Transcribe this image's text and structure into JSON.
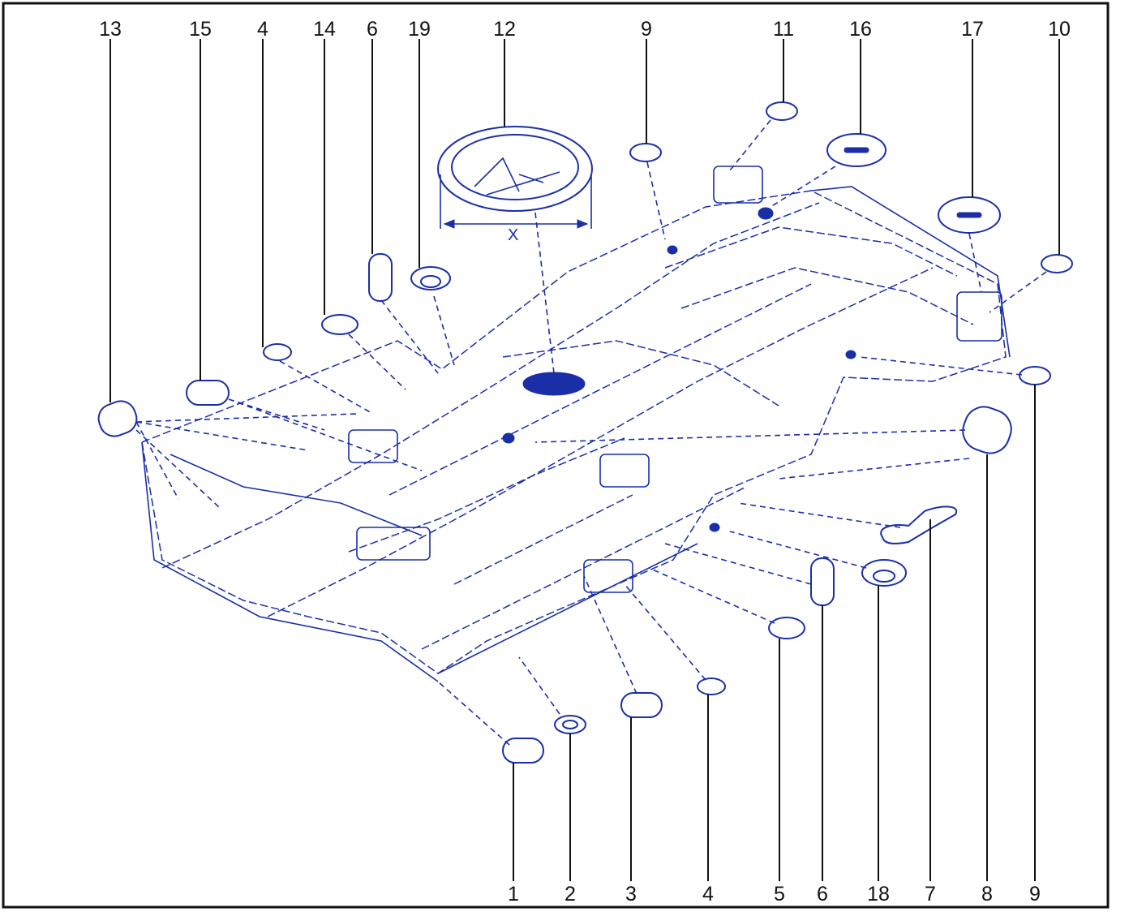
{
  "diagram": {
    "accent_color": "#1a2ea8",
    "dimension_label": "X",
    "callouts_top": [
      "13",
      "15",
      "4",
      "14",
      "6",
      "19",
      "12",
      "9",
      "11",
      "16",
      "17",
      "10"
    ],
    "callouts_bottom": [
      "1",
      "2",
      "3",
      "4",
      "5",
      "6",
      "18",
      "7",
      "8",
      "9"
    ]
  }
}
